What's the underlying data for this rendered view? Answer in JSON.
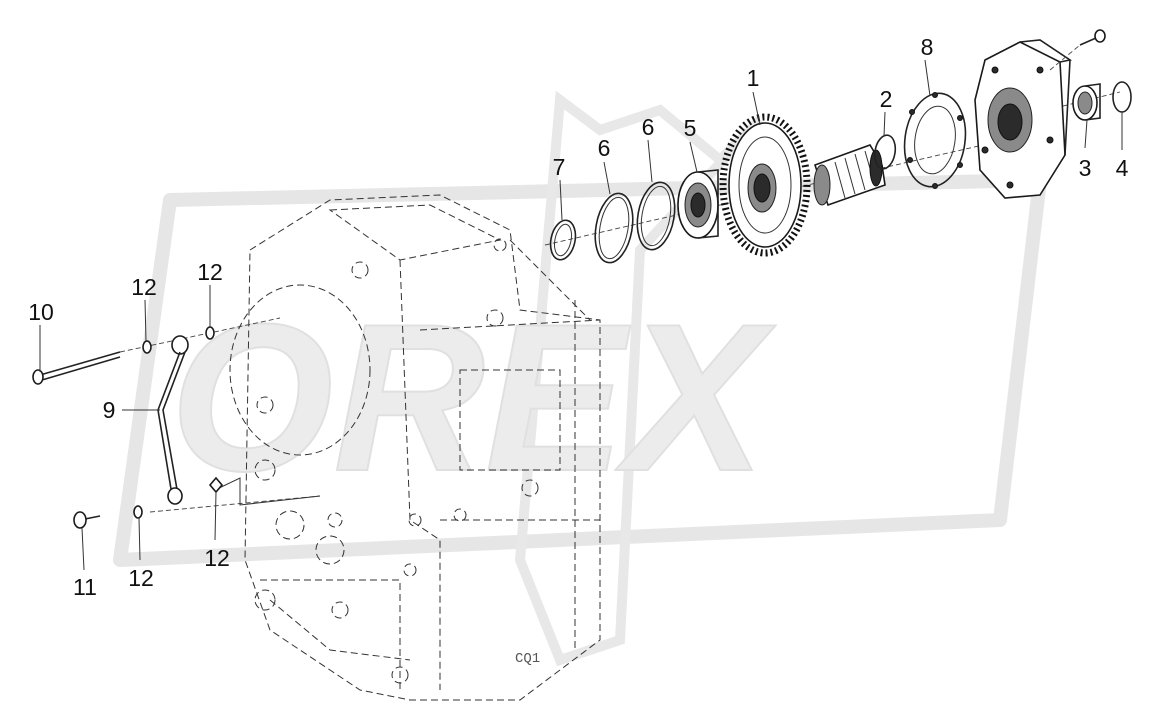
{
  "watermark": {
    "text": "OREX"
  },
  "callouts": [
    {
      "id": "1",
      "label": "1"
    },
    {
      "id": "2",
      "label": "2"
    },
    {
      "id": "3",
      "label": "3"
    },
    {
      "id": "4",
      "label": "4"
    },
    {
      "id": "5",
      "label": "5"
    },
    {
      "id": "6a",
      "label": "6"
    },
    {
      "id": "6b",
      "label": "6"
    },
    {
      "id": "7",
      "label": "7"
    },
    {
      "id": "8",
      "label": "8"
    },
    {
      "id": "9",
      "label": "9"
    },
    {
      "id": "10",
      "label": "10"
    },
    {
      "id": "11",
      "label": "11"
    },
    {
      "id": "12a",
      "label": "12"
    },
    {
      "id": "12b",
      "label": "12"
    },
    {
      "id": "12c",
      "label": "12"
    },
    {
      "id": "12d",
      "label": "12"
    }
  ],
  "housing_mark": "CQ1"
}
